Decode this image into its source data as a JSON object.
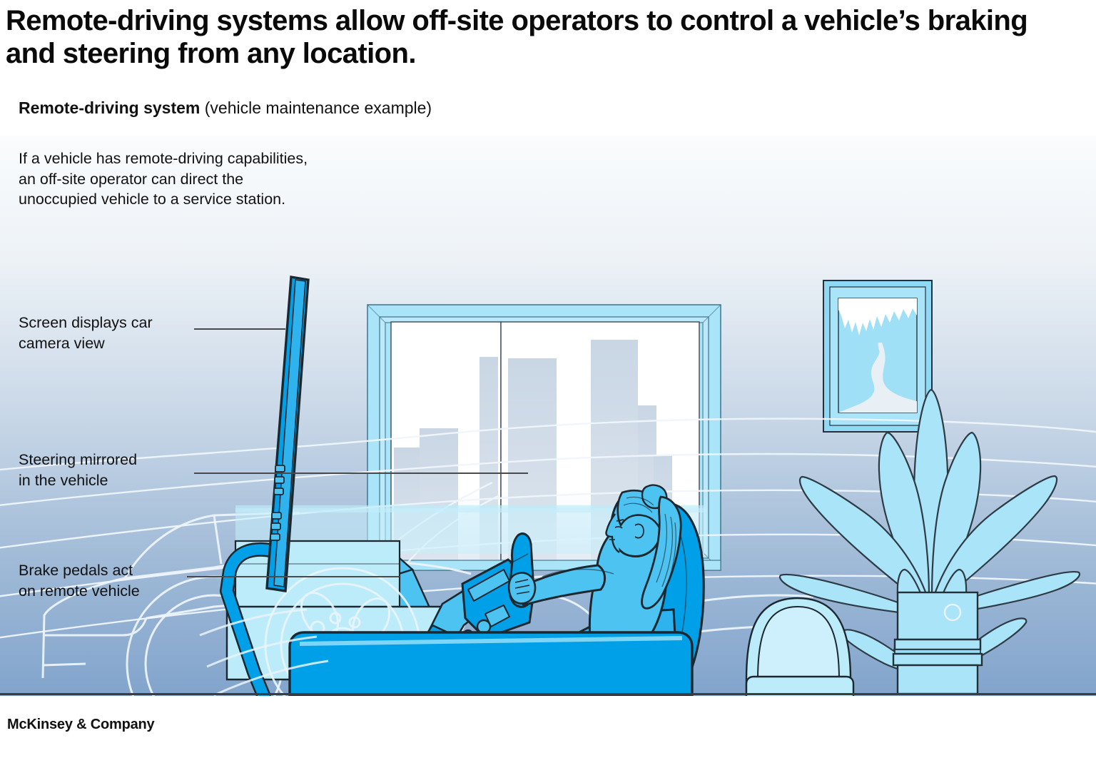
{
  "headline": "Remote-driving systems allow off-site operators to control a vehicle’s braking and steering from any location.",
  "subhead": {
    "bold": "Remote-driving system",
    "regular": " (vehicle maintenance example)"
  },
  "intro": "If a vehicle has remote-driving capabilities, an off-site operator can direct the unoccupied vehicle to a service station.",
  "callouts": [
    {
      "id": "screen",
      "line1": "Screen displays car",
      "line2": "camera view"
    },
    {
      "id": "steering",
      "line1": "Steering mirrored",
      "line2": "in the vehicle"
    },
    {
      "id": "brake",
      "line1": "Brake pedals act",
      "line2": "on remote vehicle"
    }
  ],
  "footer": "McKinsey & Company",
  "colors": {
    "bright_blue": "#00A0E8",
    "mid_blue": "#4DC3F2",
    "light_cyan": "#A9E4F8",
    "pale_cyan": "#C9EEFB",
    "bg_top": "#FAFCFD",
    "bg_bottom": "#82A4CC",
    "outline": "#111111",
    "ghost_line": "#EAF2F8",
    "building": "#CBD7E4",
    "leader_line": "#4a4a4a",
    "baseline": "#3D3D3D",
    "text": "#111111"
  },
  "scene": {
    "elements": [
      "window-with-city-skyline",
      "framed-mountain-artwork",
      "potted-plant",
      "armchair",
      "racing-seat-operator",
      "steering-yoke",
      "monitor-on-arm",
      "pedal-assembly",
      "platform-base",
      "ghost-car-outline"
    ],
    "skyline_buildings": 5,
    "plant_leaves": 11
  }
}
